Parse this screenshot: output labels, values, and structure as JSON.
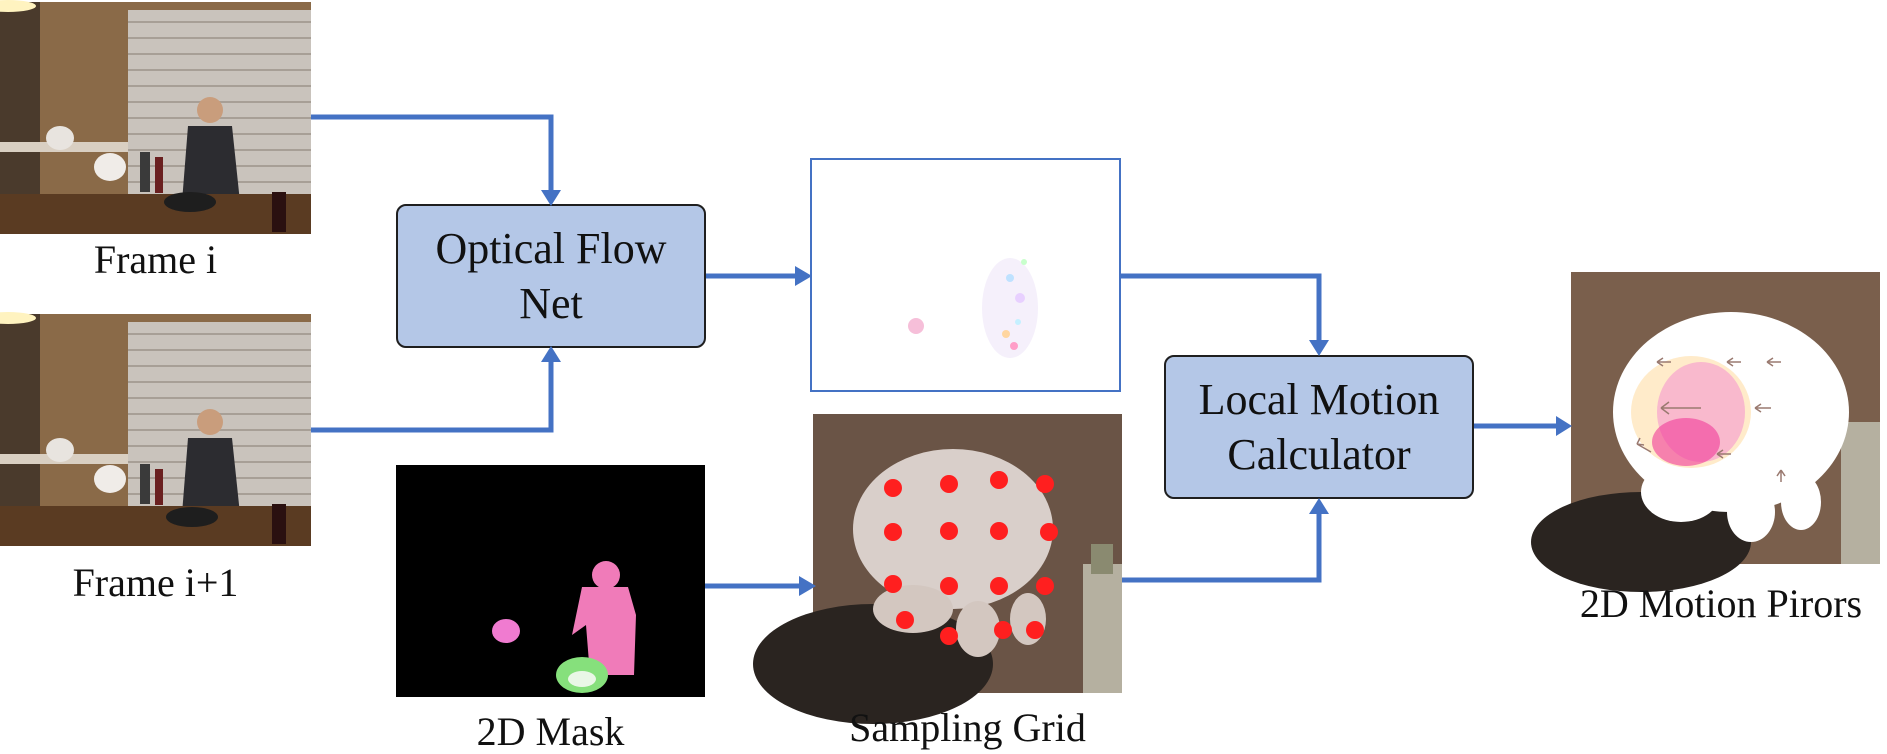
{
  "colors": {
    "arrow": "#4472c4",
    "box_fill": "#b4c7e7",
    "box_border": "#1f1f1f",
    "mask_person": "#f07bb9",
    "mask_pan": "#86e07c",
    "sample_dot": "#ff1f1f"
  },
  "frames": {
    "frame_i_label": "Frame i",
    "frame_i1_label": "Frame i+1"
  },
  "boxes": {
    "optical_flow_line1": "Optical Flow",
    "optical_flow_line2": "Net",
    "local_motion_line1": "Local Motion",
    "local_motion_line2": "Calculator"
  },
  "labels": {
    "mask": "2D Mask",
    "sampling_grid": "Sampling Grid",
    "motion_priors": "2D Motion Pirors"
  }
}
